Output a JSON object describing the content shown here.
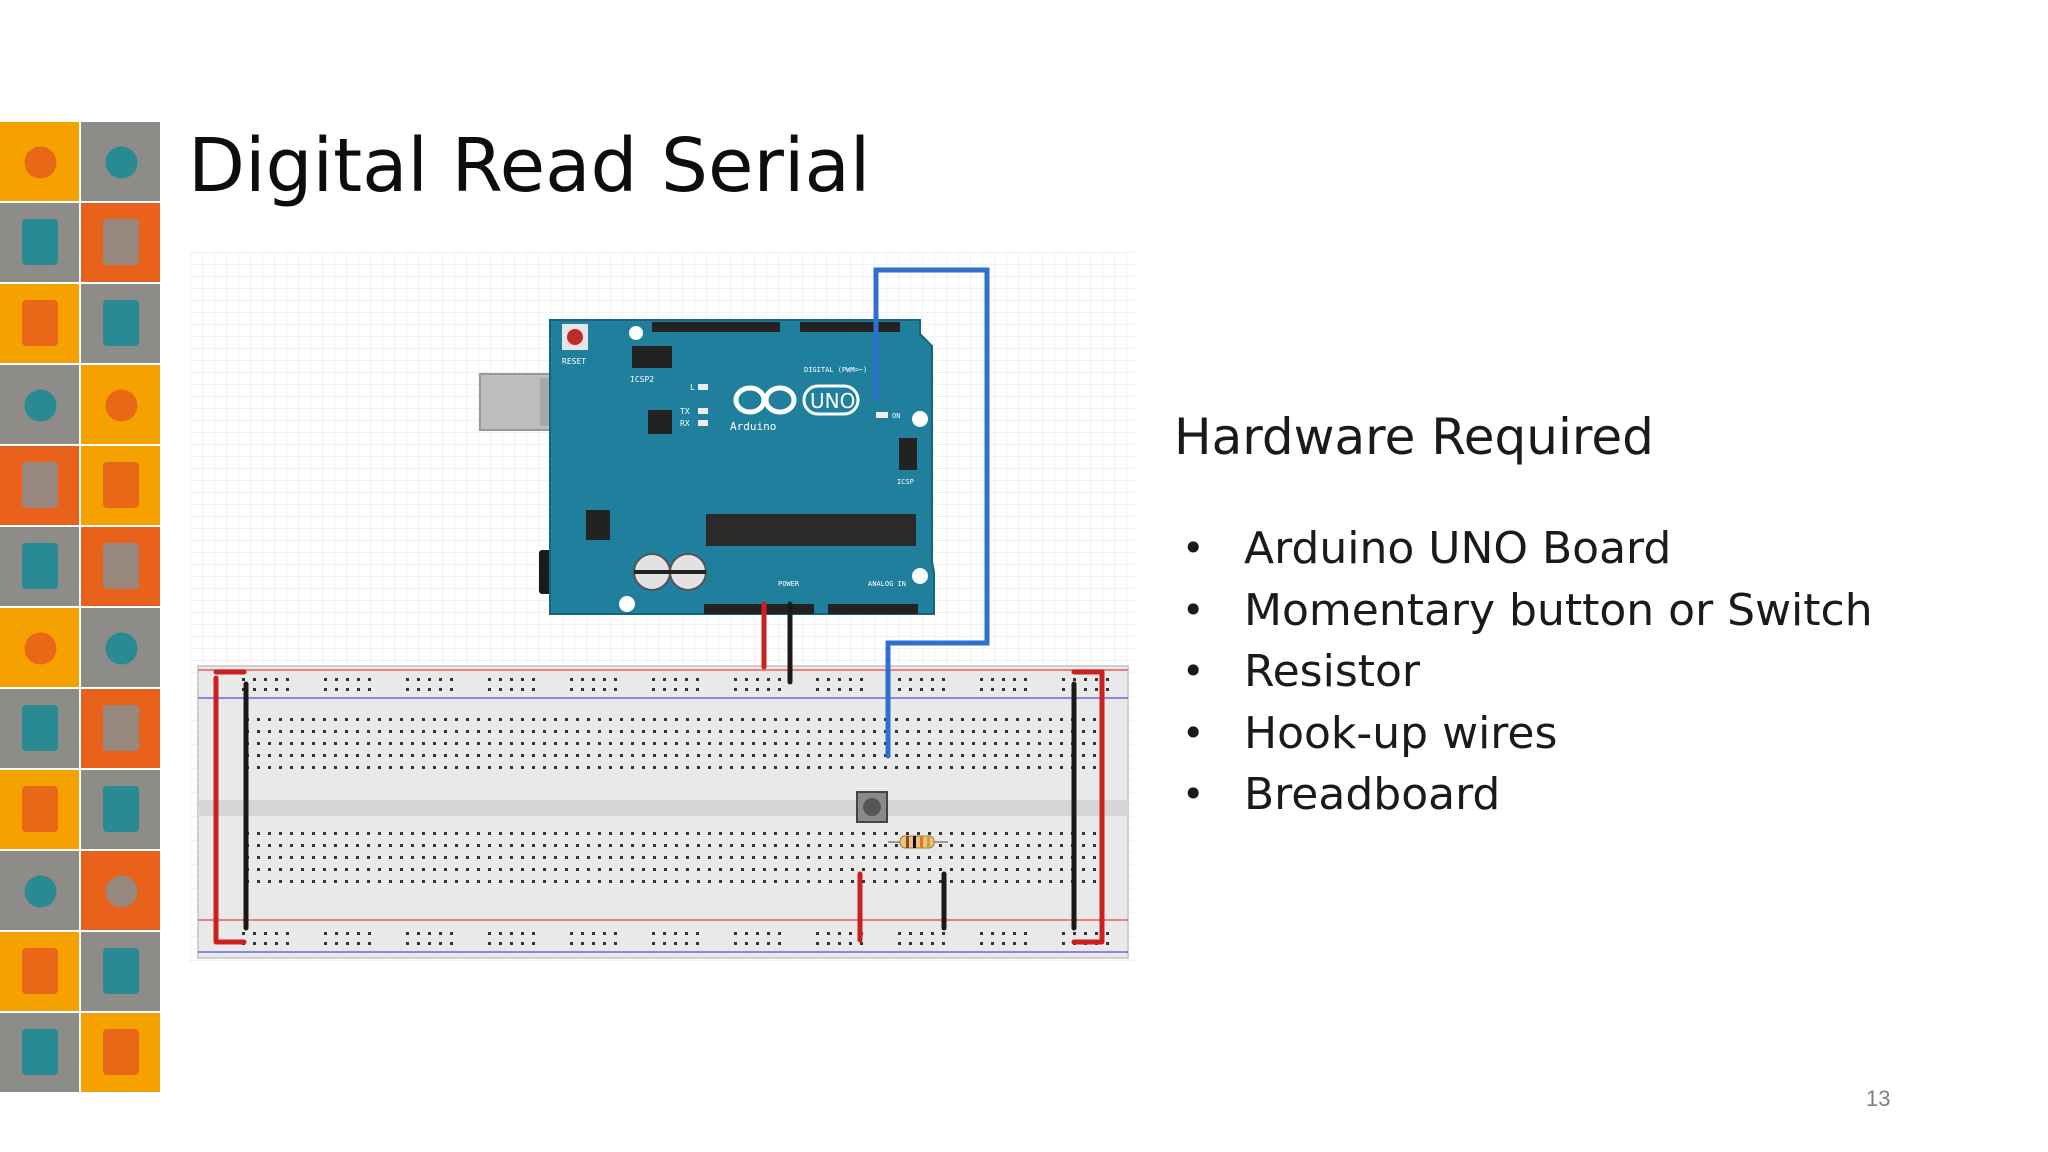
{
  "slide": {
    "title": "Digital Read Serial",
    "page_number": "13"
  },
  "hardware": {
    "heading": "Hardware Required",
    "items": [
      "Arduino UNO Board",
      "Momentary button or Switch",
      "Resistor",
      "Hook-up wires",
      "Breadboard"
    ]
  },
  "figure": {
    "board_labels": {
      "reset": "RESET",
      "icsp2": "ICSP2",
      "brand": "Arduino",
      "model": "UNO",
      "tx": "TX",
      "rx": "RX",
      "l": "L",
      "on": "ON",
      "digital": "DIGITAL (PWM=~)",
      "power": "POWER",
      "analog": "ANALOG IN",
      "icsp": "ICSP"
    },
    "colors": {
      "board": "#1f7f9c",
      "wire_blue": "#2f6fd0",
      "wire_red": "#cc1f1f",
      "wire_black": "#1a1a1a",
      "breadboard": "#e9e9e9"
    }
  },
  "sidebar": {
    "colors": [
      "#f5a100",
      "#e8621b",
      "#8e8c88",
      "#1f8a95"
    ]
  }
}
